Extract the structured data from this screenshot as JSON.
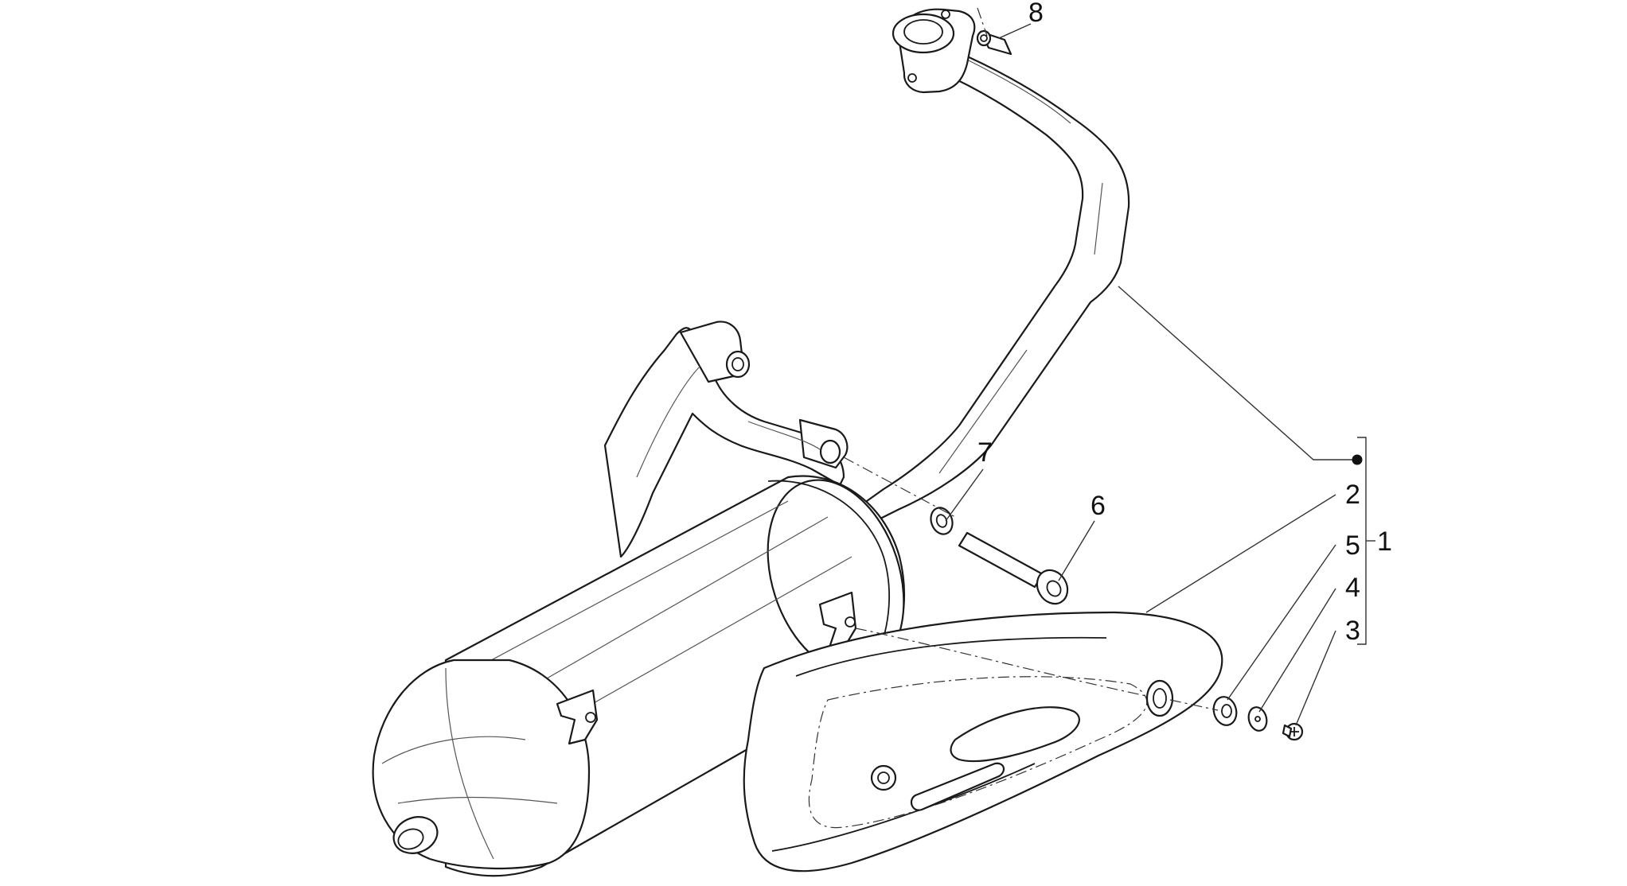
{
  "callouts": {
    "p1": "1",
    "p2": "2",
    "p3": "3",
    "p4": "4",
    "p5": "5",
    "p6": "6",
    "p7": "7",
    "p8": "8"
  },
  "colors": {
    "line": "#1a1a1a",
    "background": "#ffffff"
  },
  "group_marker_icon": "filled-dot"
}
